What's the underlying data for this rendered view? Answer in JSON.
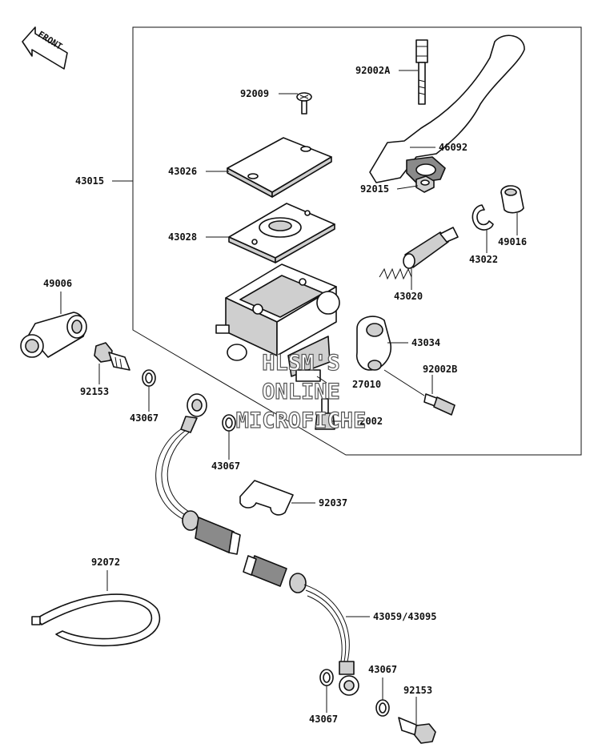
{
  "front_label": "FRONT",
  "watermark": {
    "line1": "HLSM'S",
    "line2": "ONLINE",
    "line3": "MICROFICHE"
  },
  "labels": {
    "p43015": "43015",
    "p92002A": "92002A",
    "p92009": "92009",
    "p46092": "46092",
    "p43026": "43026",
    "p92015": "92015",
    "p43028": "43028",
    "p49016": "49016",
    "p43022": "43022",
    "p49006": "49006",
    "p43020": "43020",
    "p43034": "43034",
    "p92002B": "92002B",
    "p27010": "27010",
    "p92153a": "92153",
    "p43067a": "43067",
    "p92002": "92002",
    "p43067b": "43067",
    "p92037": "92037",
    "p92072": "92072",
    "p43059": "43059/43095",
    "p43067c": "43067",
    "p92153b": "92153",
    "p43067d": "43067"
  }
}
